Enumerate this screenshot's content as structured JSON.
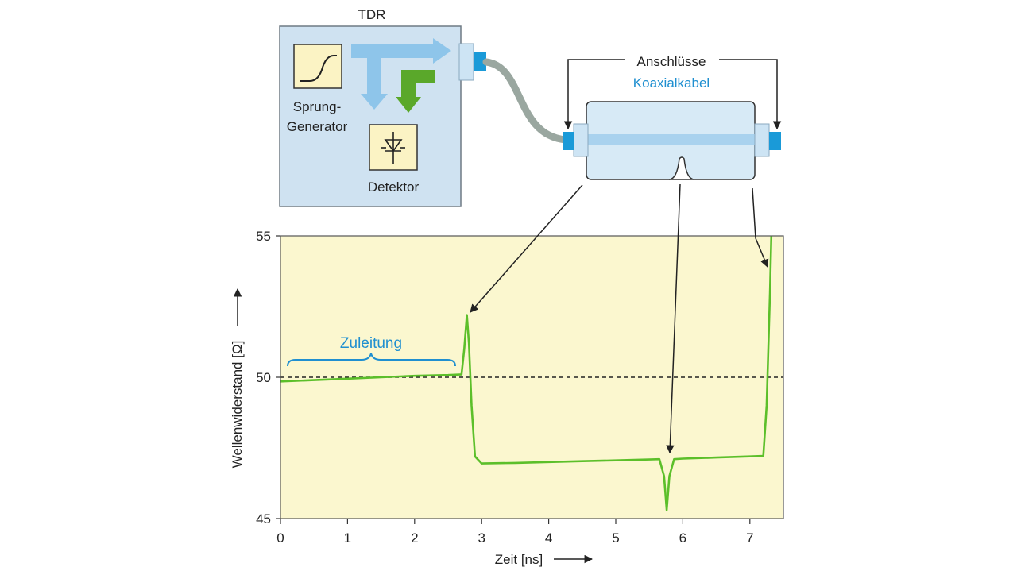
{
  "diagram": {
    "tdr_title": "TDR",
    "generator_label_1": "Sprung-",
    "generator_label_2": "Generator",
    "detector_label": "Detektor",
    "connections_label": "Anschlüsse",
    "cable_label": "Koaxialkabel"
  },
  "colors": {
    "box_fill": "#cfe2f1",
    "plot_bg": "#fbf7cf",
    "curve": "#5cbf2a",
    "blue_label": "#1f8fd0",
    "connector": "#1a9ad8",
    "arrow_light": "#8ec5ea",
    "arrow_green": "#5aa82a"
  },
  "chart_data": {
    "type": "line",
    "xlabel": "Zeit [ns]",
    "ylabel": "Wellenwiderstand [Ω]",
    "xlim": [
      0,
      7.5
    ],
    "ylim": [
      45,
      55
    ],
    "x_ticks": [
      0,
      1,
      2,
      3,
      4,
      5,
      6,
      7
    ],
    "y_ticks": [
      45,
      50,
      55
    ],
    "reference_line": 50,
    "annotation": "Zuleitung",
    "series": [
      {
        "x": [
          0,
          0.5,
          1,
          1.5,
          2,
          2.5,
          2.7,
          2.74,
          2.78,
          2.81,
          2.85,
          2.9,
          3.0,
          3.5,
          4,
          4.5,
          5,
          5.5,
          5.65,
          5.72,
          5.76,
          5.8,
          5.87,
          6,
          6.5,
          7,
          7.2,
          7.25,
          7.3,
          7.32
        ],
        "y": [
          49.85,
          49.9,
          49.95,
          50.0,
          50.05,
          50.08,
          50.1,
          51.0,
          52.2,
          51.2,
          49.0,
          47.2,
          46.95,
          46.97,
          47.0,
          47.03,
          47.06,
          47.09,
          47.1,
          46.5,
          45.3,
          46.5,
          47.1,
          47.12,
          47.16,
          47.2,
          47.22,
          49.0,
          53.0,
          55.0
        ]
      }
    ]
  }
}
